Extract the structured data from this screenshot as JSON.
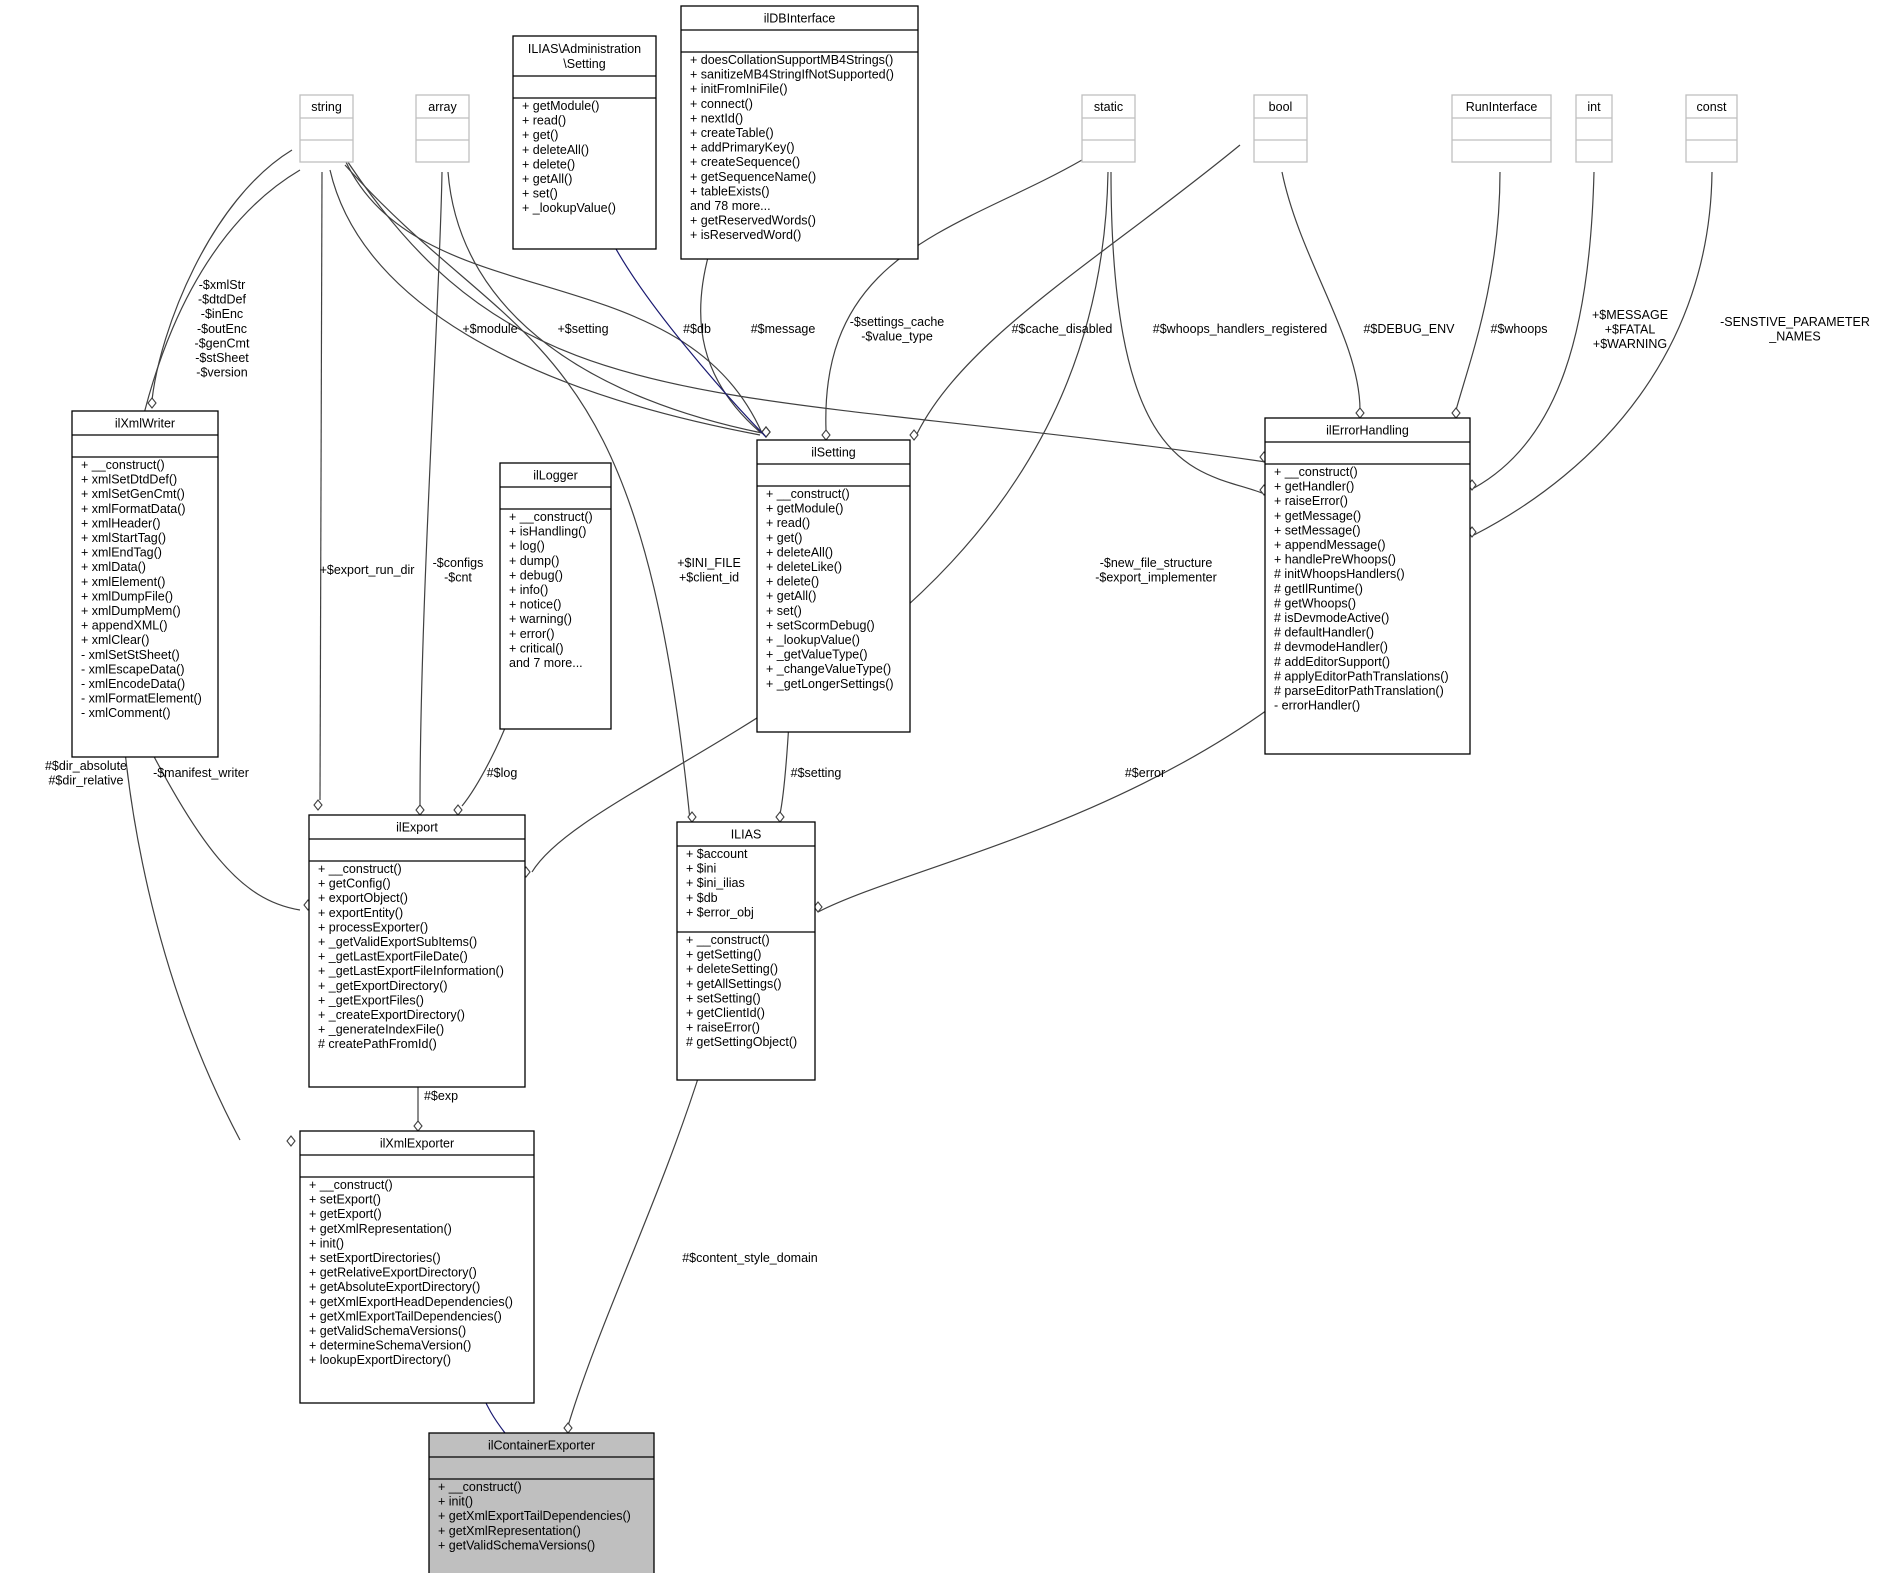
{
  "colors": {
    "classBorder": "#000000",
    "primitiveBorder": "#bfbfbf",
    "focusFill": "#bfbfbf",
    "edge": "#404040",
    "inheritEdge": "#191970"
  },
  "classes": [
    {
      "id": "string",
      "name": [
        "string"
      ],
      "attrs": [],
      "methods": [],
      "kind": "primitive"
    },
    {
      "id": "array",
      "name": [
        "array"
      ],
      "attrs": [],
      "methods": [],
      "kind": "primitive"
    },
    {
      "id": "setting_iface",
      "name": [
        "ILIAS\\Administration",
        "\\Setting"
      ],
      "attrs": [],
      "methods": [
        "+ getModule()",
        "+ read()",
        "+ get()",
        "+ deleteAll()",
        "+ delete()",
        "+ getAll()",
        "+ set()",
        "+ _lookupValue()"
      ]
    },
    {
      "id": "ildb",
      "name": [
        "ilDBInterface"
      ],
      "attrs": [],
      "methods": [
        "+ doesCollationSupportMB4Strings()",
        "+ sanitizeMB4StringIfNotSupported()",
        "+ initFromIniFile()",
        "+ connect()",
        "+ nextId()",
        "+ createTable()",
        "+ addPrimaryKey()",
        "+ createSequence()",
        "+ getSequenceName()",
        "+ tableExists()",
        "and 78 more...",
        "+ getReservedWords()",
        "+ isReservedWord()"
      ]
    },
    {
      "id": "static",
      "name": [
        "static"
      ],
      "attrs": [],
      "methods": [],
      "kind": "primitive"
    },
    {
      "id": "bool",
      "name": [
        "bool"
      ],
      "attrs": [],
      "methods": [],
      "kind": "primitive"
    },
    {
      "id": "runiface",
      "name": [
        "RunInterface"
      ],
      "attrs": [],
      "methods": [],
      "kind": "primitive"
    },
    {
      "id": "int",
      "name": [
        "int"
      ],
      "attrs": [],
      "methods": [],
      "kind": "primitive"
    },
    {
      "id": "const",
      "name": [
        "const"
      ],
      "attrs": [],
      "methods": [],
      "kind": "primitive"
    },
    {
      "id": "ilxmlwriter",
      "name": [
        "ilXmlWriter"
      ],
      "attrs": [],
      "methods": [
        "+ __construct()",
        "+ xmlSetDtdDef()",
        "+ xmlSetGenCmt()",
        "+ xmlFormatData()",
        "+ xmlHeader()",
        "+ xmlStartTag()",
        "+ xmlEndTag()",
        "+ xmlData()",
        "+ xmlElement()",
        "+ xmlDumpFile()",
        "+ xmlDumpMem()",
        "+ appendXML()",
        "+ xmlClear()",
        "- xmlSetStSheet()",
        "- xmlEscapeData()",
        "- xmlEncodeData()",
        "- xmlFormatElement()",
        "- xmlComment()"
      ]
    },
    {
      "id": "illogger",
      "name": [
        "ilLogger"
      ],
      "attrs": [],
      "methods": [
        "+ __construct()",
        "+ isHandling()",
        "+ log()",
        "+ dump()",
        "+ debug()",
        "+ info()",
        "+ notice()",
        "+ warning()",
        "+ error()",
        "+ critical()",
        "and 7 more..."
      ]
    },
    {
      "id": "ilsetting",
      "name": [
        "ilSetting"
      ],
      "attrs": [],
      "methods": [
        "+ __construct()",
        "+ getModule()",
        "+ read()",
        "+ get()",
        "+ deleteAll()",
        "+ deleteLike()",
        "+ delete()",
        "+ getAll()",
        "+ set()",
        "+ setScormDebug()",
        "+ _lookupValue()",
        "+ _getValueType()",
        "+ _changeValueType()",
        "+ _getLongerSettings()"
      ]
    },
    {
      "id": "ilerror",
      "name": [
        "ilErrorHandling"
      ],
      "attrs": [],
      "methods": [
        "+ __construct()",
        "+ getHandler()",
        "+ raiseError()",
        "+ getMessage()",
        "+ setMessage()",
        "+ appendMessage()",
        "+ handlePreWhoops()",
        "# initWhoopsHandlers()",
        "# getIlRuntime()",
        "# getWhoops()",
        "# isDevmodeActive()",
        "# defaultHandler()",
        "# devmodeHandler()",
        "# addEditorSupport()",
        "# applyEditorPathTranslations()",
        "# parseEditorPathTranslation()",
        "- errorHandler()"
      ]
    },
    {
      "id": "ilexport",
      "name": [
        "ilExport"
      ],
      "attrs": [],
      "methods": [
        "+ __construct()",
        "+ getConfig()",
        "+ exportObject()",
        "+ exportEntity()",
        "+ processExporter()",
        "+ _getValidExportSubItems()",
        "+ _getLastExportFileDate()",
        "+ _getLastExportFileInformation()",
        "+ _getExportDirectory()",
        "+ _getExportFiles()",
        "+ _createExportDirectory()",
        "+ _generateIndexFile()",
        "# createPathFromId()"
      ]
    },
    {
      "id": "ilias",
      "name": [
        "ILIAS"
      ],
      "attrs": [
        "+ $account",
        "+ $ini",
        "+ $ini_ilias",
        "+ $db",
        "+ $error_obj"
      ],
      "methods": [
        "+ __construct()",
        "+ getSetting()",
        "+ deleteSetting()",
        "+ getAllSettings()",
        "+ setSetting()",
        "+ getClientId()",
        "+ raiseError()",
        "# getSettingObject()"
      ]
    },
    {
      "id": "ilxmlexporter",
      "name": [
        "ilXmlExporter"
      ],
      "attrs": [],
      "methods": [
        "+ __construct()",
        "+ setExport()",
        "+ getExport()",
        "+ getXmlRepresentation()",
        "+ init()",
        "+ setExportDirectories()",
        "+ getRelativeExportDirectory()",
        "+ getAbsoluteExportDirectory()",
        "+ getXmlExportHeadDependencies()",
        "+ getXmlExportTailDependencies()",
        "+ getValidSchemaVersions()",
        "+ determineSchemaVersion()",
        "+ lookupExportDirectory()"
      ]
    },
    {
      "id": "ilcontainer",
      "name": [
        "ilContainerExporter"
      ],
      "attrs": [],
      "methods": [
        "+ __construct()",
        "+ init()",
        "+ getXmlExportTailDependencies()",
        "+ getXmlRepresentation()",
        "+ getValidSchemaVersions()"
      ],
      "kind": "focus"
    }
  ],
  "edge_labels": {
    "xmlwriter_vars": [
      "-$xmlStr",
      "-$dtdDef",
      "-$inEnc",
      "-$outEnc",
      "-$genCmt",
      "-$stSheet",
      "-$version"
    ],
    "module": [
      "+$module"
    ],
    "setting_str": [
      "+$setting"
    ],
    "db": [
      "#$db"
    ],
    "message": [
      "#$message"
    ],
    "settings_cache": [
      "-$settings_cache",
      "-$value_type"
    ],
    "cache_disabled": [
      "#$cache_disabled"
    ],
    "whoops_registered": [
      "#$whoops_handlers_registered"
    ],
    "debug_env": [
      "#$DEBUG_ENV"
    ],
    "whoops": [
      "#$whoops"
    ],
    "message_fatal": [
      "+$MESSAGE",
      "+$FATAL",
      "+$WARNING"
    ],
    "sensitive": [
      "-SENSTIVE_PARAMETER",
      "_NAMES"
    ],
    "export_run_dir": [
      "+$export_run_dir"
    ],
    "configs": [
      "-$configs",
      "-$cnt"
    ],
    "ini_file": [
      "+$INI_FILE",
      "+$client_id"
    ],
    "new_file": [
      "-$new_file_structure",
      "-$export_implementer"
    ],
    "dir_abs": [
      "#$dir_absolute",
      "#$dir_relative"
    ],
    "manifest": [
      "-$manifest_writer"
    ],
    "log": [
      "#$log"
    ],
    "setting_ilias": [
      "#$setting"
    ],
    "error": [
      "#$error"
    ],
    "exp": [
      "#$exp"
    ],
    "content_style": [
      "#$content_style_domain"
    ]
  }
}
